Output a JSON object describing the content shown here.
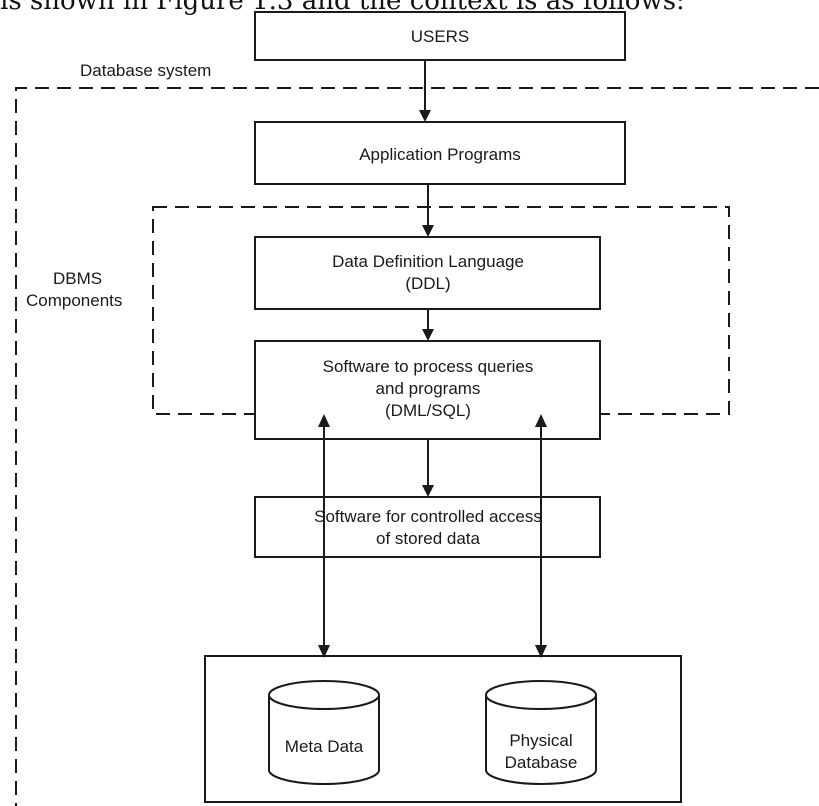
{
  "header_fragment": "is shown in Figure 1.3 and the context is as follows:",
  "labels": {
    "database_system": "Database system",
    "dbms_components": [
      "DBMS",
      "Components"
    ]
  },
  "nodes": {
    "users": [
      "USERS"
    ],
    "application_programs": [
      "Application Programs"
    ],
    "ddl": [
      "Data Definition Language",
      "(DDL)"
    ],
    "query_software": [
      "Software to process queries",
      "and programs",
      "(DML/SQL)"
    ],
    "controlled_access": [
      "Software for controlled access",
      "of stored data"
    ],
    "meta_data": [
      "Meta Data"
    ],
    "physical_database": [
      "Physical",
      "Database"
    ]
  }
}
